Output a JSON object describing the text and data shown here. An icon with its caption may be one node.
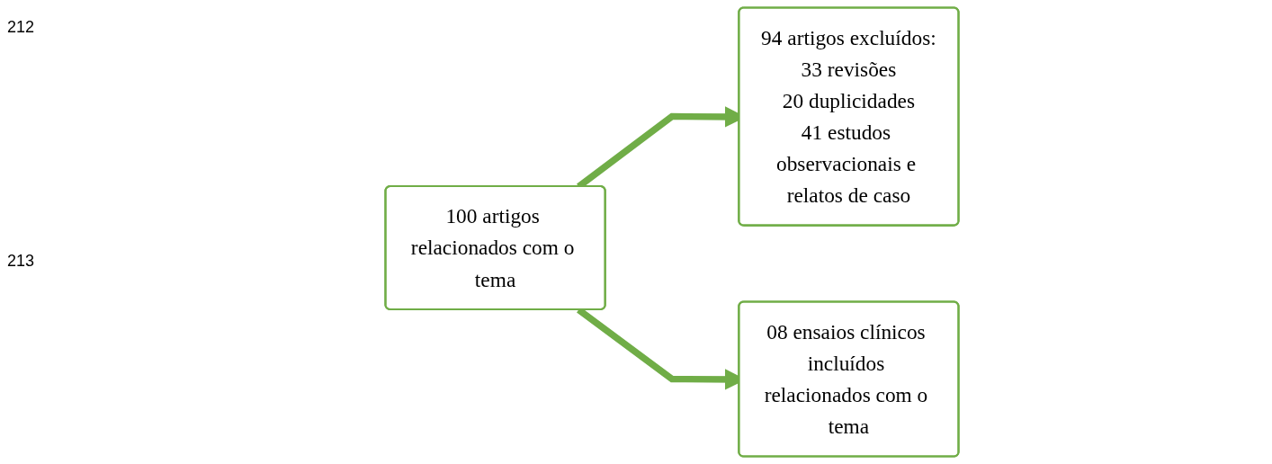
{
  "diagram": {
    "nodes": [
      {
        "text": [
          "100 artigos relacionados com o tema"
        ]
      },
      {
        "text": [
          "94 artigos excluídos:",
          "33 revisões",
          "20 duplicidades",
          "41 estudos observacionais e relatos de caso"
        ]
      },
      {
        "text": [
          "08 ensaios clínicos incluídos relacionados com o tema"
        ]
      }
    ],
    "edges": [
      {
        "from": 0,
        "to": 1,
        "arrow": "to"
      },
      {
        "from": 0,
        "to": 2,
        "arrow": "to"
      }
    ],
    "labels": [
      "212",
      "213"
    ]
  }
}
